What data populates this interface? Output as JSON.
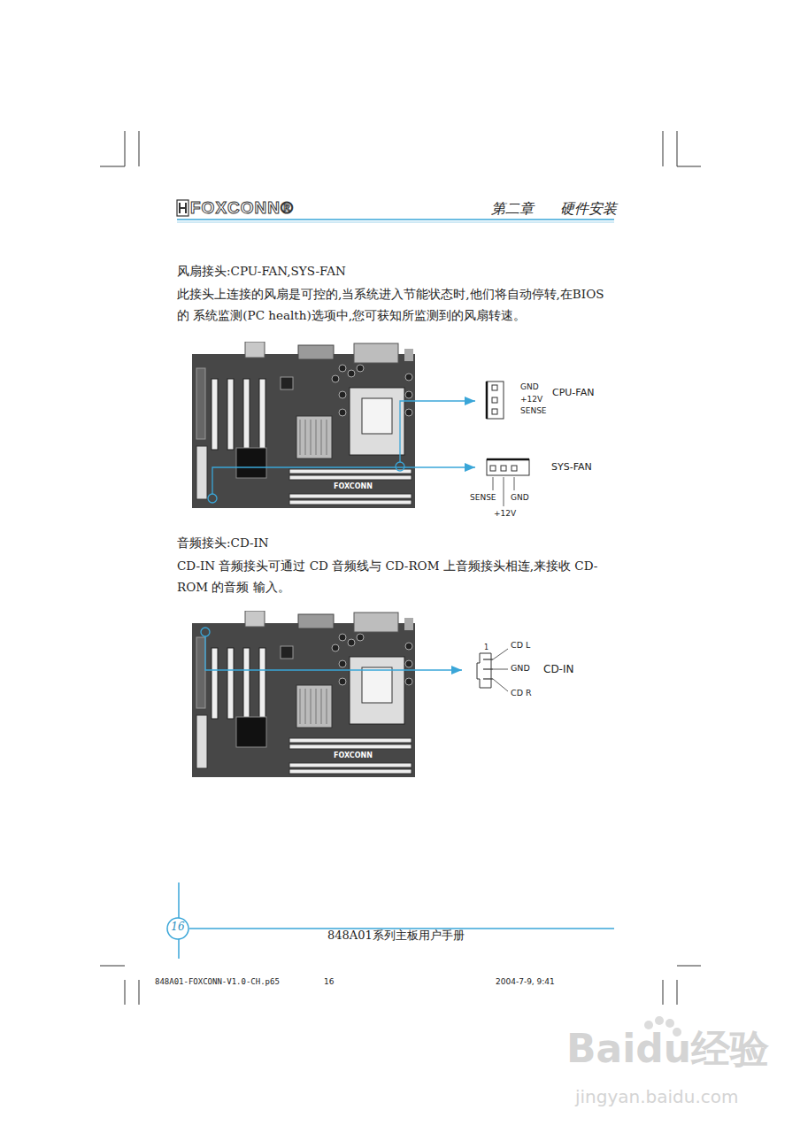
{
  "diagram": {
    "nodes": [
      {
        "text": [
          "FOXCONN"
        ]
      },
      {
        "text": [
          "CPU-FAN"
        ]
      },
      {
        "text": [
          "SYS-FAN"
        ]
      },
      {
        "text": [
          "FOXCONN"
        ]
      },
      {
        "text": [
          "CD-IN"
        ]
      }
    ],
    "edges": [
      {
        "from": 0,
        "to": 1,
        "arrow": "to"
      },
      {
        "from": 0,
        "to": 2,
        "arrow": "to"
      },
      {
        "from": 3,
        "to": 4,
        "arrow": "to"
      }
    ],
    "labels": [
      "FOXCONN®",
      "第二章",
      "硬件安装",
      "风扇接头:CPU-FAN,SYS-FAN",
      "此接头上连接的风扇是可控的,当系统进入节能状态时,他们将自动停转,在BIOS的 系统监测(PC health)选项中,您可获知所监测到的风扇转速。",
      "GND",
      "+12V",
      "SENSE",
      "SENSE",
      "+12V",
      "GND",
      "音频接头:CD-IN",
      "CD-IN 音频接头可通过 CD 音频线与 CD-ROM 上音频接头相连,来接收 CD-ROM 的音频 输入。",
      "CD L",
      "1",
      "GND",
      "CD R",
      "16",
      "848A01系列主板用户手册",
      "848A01-FOXCONN-V1.0-CH.p65",
      "16",
      "2004-7-9, 9:41",
      "Baidu经验",
      "jingyan.baidu.com"
    ]
  }
}
